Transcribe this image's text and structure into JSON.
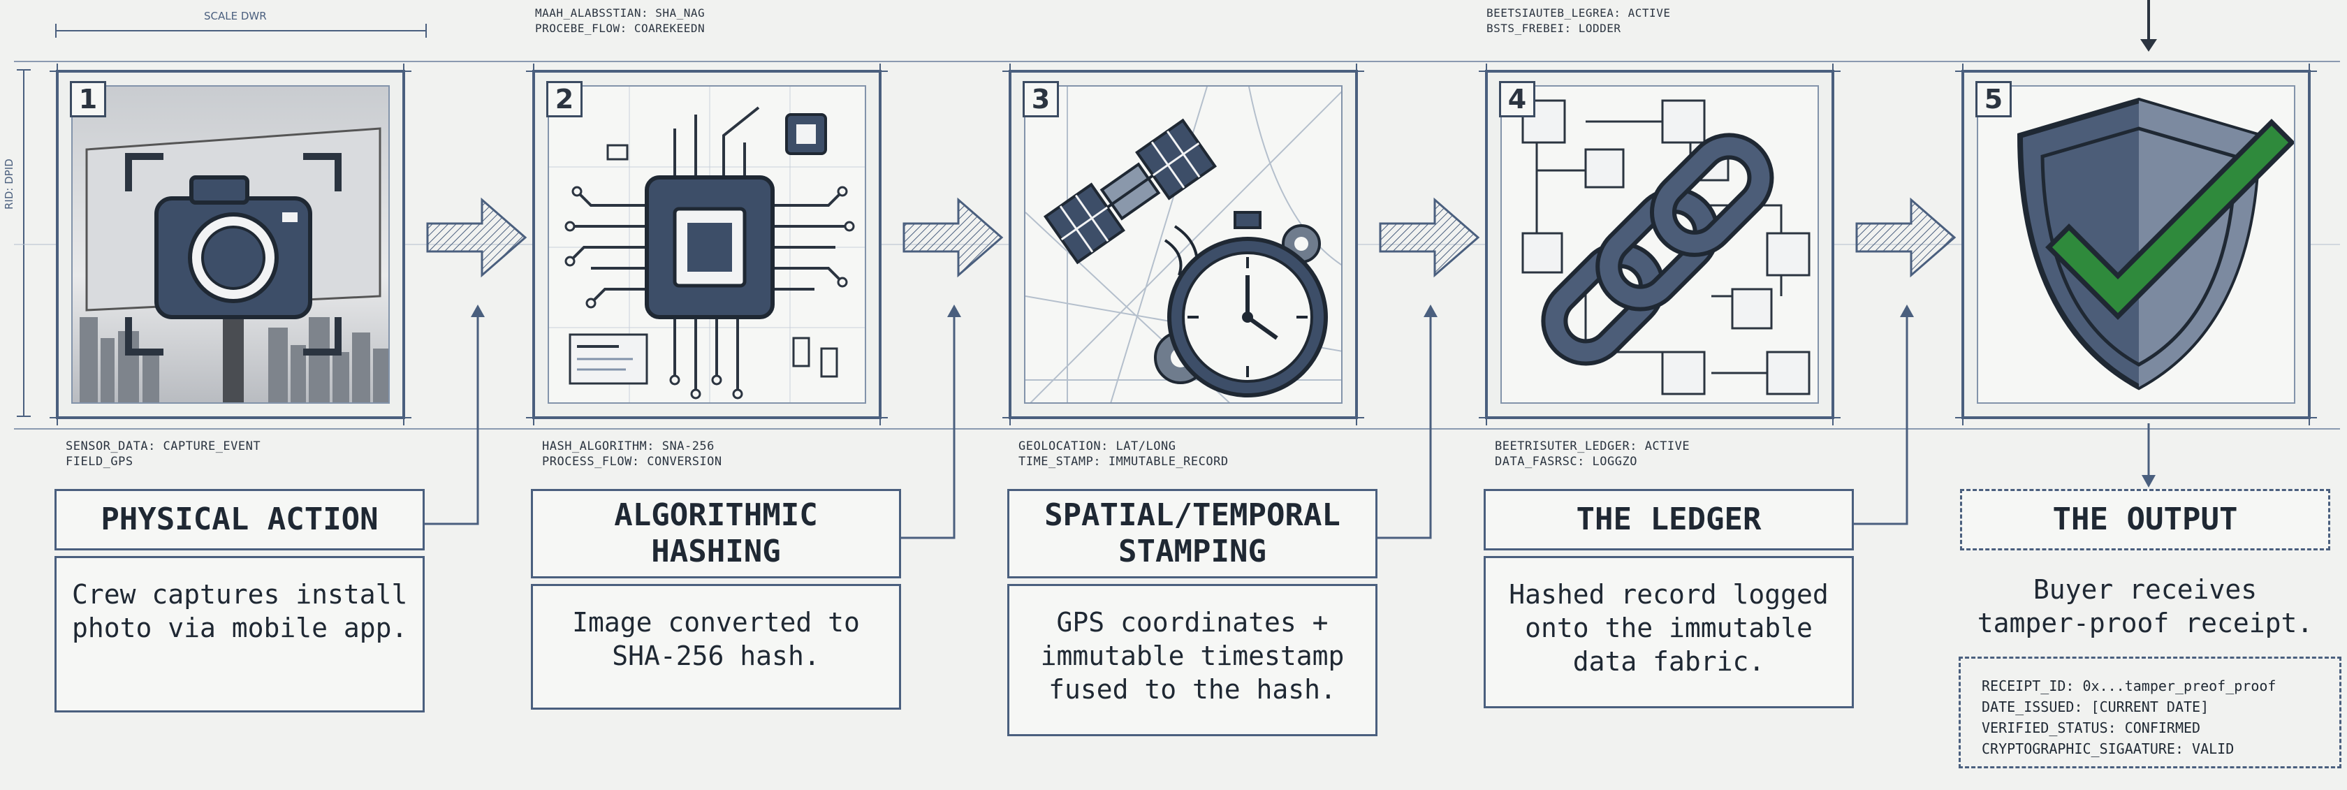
{
  "top_annotations": {
    "scale": "SCALE DWR",
    "side": "RID: DPID",
    "step2_top": "MAAH_ALABSSTIAN: SHA_NAG\nPROCEBE_FLOW: COAREKEEDN",
    "step4_top": "BEETSIAUTEB_LEGREA: ACTIVE\nBSTS_FREBEI: LODDER"
  },
  "steps": [
    {
      "number": "1",
      "meta": "SENSOR_DATA: CAPTURE_EVENT\nFIELD_GPS",
      "title": "PHYSICAL ACTION",
      "description": "Crew captures install\nphoto via mobile app.",
      "icon": "camera-icon"
    },
    {
      "number": "2",
      "meta": "HASH_ALGORITHM: SNA-256\nPROCESS_FLOW: CONVERSION",
      "title": "ALGORITHMIC\nHASHING",
      "description": "Image converted to\nSHA-256 hash.",
      "icon": "chip-icon"
    },
    {
      "number": "3",
      "meta": "GEOLOCATION: LAT/LONG\nTIME_STAMP: IMMUTABLE_RECORD",
      "title": "SPATIAL/TEMPORAL\nSTAMPING",
      "description": "GPS coordinates +\nimmutable timestamp\nfused to the hash.",
      "icon": "satellite-stopwatch-icon"
    },
    {
      "number": "4",
      "meta": "BEETRISUTER_LEDGER: ACTIVE\nDATA_FASRSC: LOGGZO",
      "title": "THE LEDGER",
      "description": "Hashed record logged\nonto the immutable\ndata fabric.",
      "icon": "chain-icon"
    },
    {
      "number": "5",
      "meta": "",
      "title": "THE OUTPUT",
      "description": "Buyer receives\ntamper-proof receipt.",
      "icon": "shield-check-icon"
    }
  ],
  "receipt": {
    "line1": "RECEIPT_ID: 0x...tamper_preof_proof",
    "line2": "DATE_ISSUED: [CURRENT DATE]",
    "line3": "VERIFIED_STATUS: CONFIRMED",
    "line4": "CRYPTOGRAPHIC_SIGAATURE: VALID"
  },
  "colors": {
    "line": "#4a5f7e",
    "shield": "#4c5d78",
    "check": "#2f8a3c",
    "background": "#f1f2f0"
  }
}
